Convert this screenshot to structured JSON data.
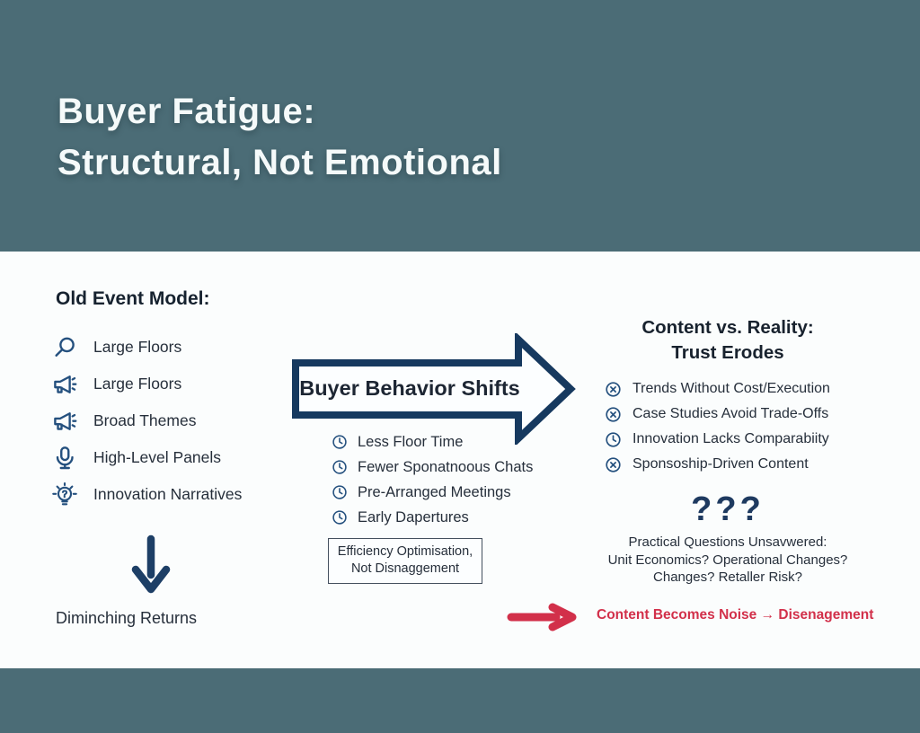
{
  "header": {
    "title_line1": "Buyer Fatigue:",
    "title_line2": "Structural, Not Emotional"
  },
  "left": {
    "heading": "Old Event Model:",
    "items": [
      {
        "icon": "magnifier-icon",
        "label": "Large Floors"
      },
      {
        "icon": "megaphone-icon",
        "label": "Large Floors"
      },
      {
        "icon": "megaphone-icon",
        "label": "Broad Themes"
      },
      {
        "icon": "microphone-icon",
        "label": "High-Level Panels"
      },
      {
        "icon": "lightbulb-icon",
        "label": "Innovation Narratives"
      }
    ],
    "outcome": "Diminching Returns"
  },
  "middle": {
    "arrow_label": "Buyer Behavior Shifts",
    "items": [
      {
        "icon": "clock-icon",
        "label": "Less Floor Time"
      },
      {
        "icon": "clock-icon",
        "label": "Fewer Sponatnoous Chats"
      },
      {
        "icon": "clock-icon",
        "label": "Pre-Arranged Meetings"
      },
      {
        "icon": "clock-icon",
        "label": "Early Dapertures"
      }
    ],
    "note_line1": "Efficiency Optimisation,",
    "note_line2": "Not Disnaggement"
  },
  "right": {
    "heading_line1": "Content vs. Reality:",
    "heading_line2": "Trust Erodes",
    "items": [
      {
        "icon": "circle-x-icon",
        "label": "Trends Without Cost/Execution"
      },
      {
        "icon": "circle-x-icon",
        "label": "Case Studies Avoid Trade-Offs"
      },
      {
        "icon": "clock-icon",
        "label": "Innovation Lacks Comparabiity"
      },
      {
        "icon": "circle-x-icon",
        "label": "Sponsoship-Driven Content"
      }
    ],
    "question_marks": "???",
    "questions_line1": "Practical Questions Unsavwered:",
    "questions_line2": "Unit Economics? Operational Changes?",
    "questions_line3": "Changes? Retaller Risk?",
    "conclusion": "Content Becomes Noise → Disenagement"
  },
  "colors": {
    "header_teal": "#4b6c76",
    "icon_navy": "#24507e",
    "arrow_navy": "#16395f",
    "alert_red": "#d2304a",
    "body_text": "#262f3b"
  }
}
